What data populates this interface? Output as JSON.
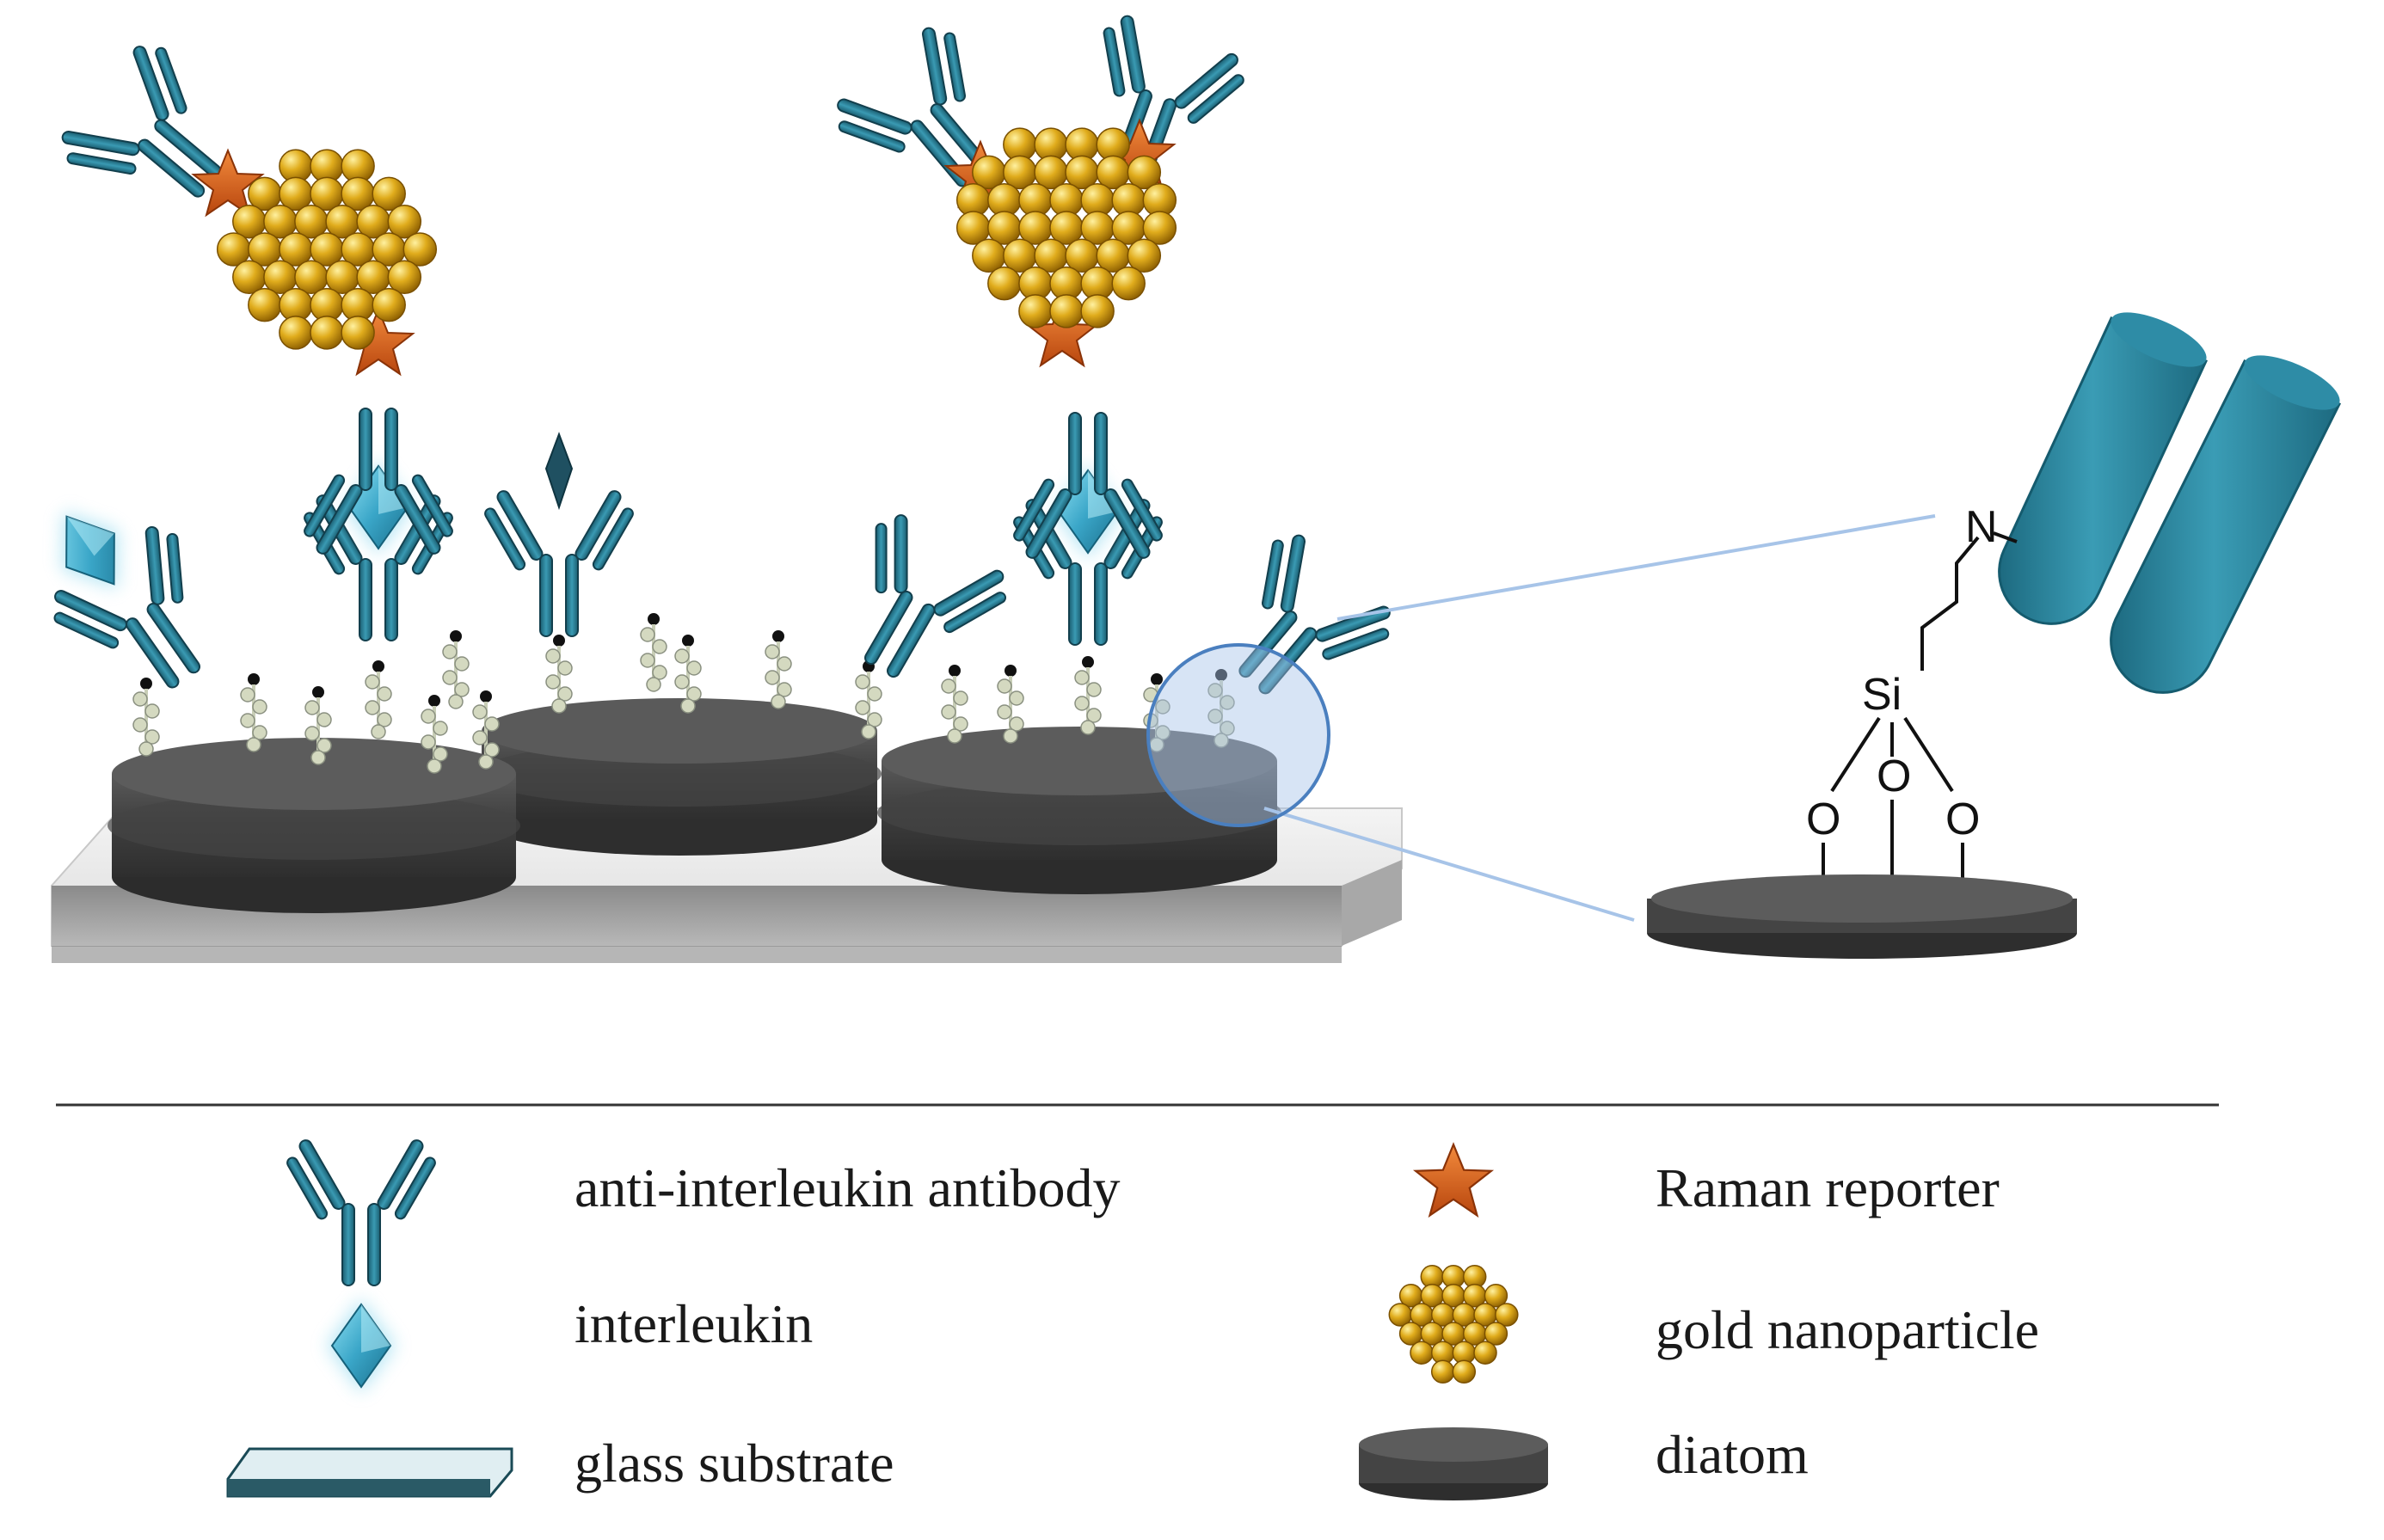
{
  "chemistry": {
    "nitrogen": "N",
    "silicon": "Si",
    "oxygen": "O"
  },
  "legend": {
    "antibody": "anti-interleukin antibody",
    "interleukin": "interleukin",
    "glass": "glass substrate",
    "raman": "Raman reporter",
    "gold": "gold nanoparticle",
    "diatom": "diatom"
  },
  "colors": {
    "antibody": "#2a7f96",
    "antibody_dark": "#1a5d70",
    "interleukin": "#4ab5d6",
    "raman": "#e06a22",
    "gold": "#d4a018",
    "diatom": "#4a4a4a",
    "glass": "#e8e8e8",
    "zoom": "#a7c4e8"
  }
}
